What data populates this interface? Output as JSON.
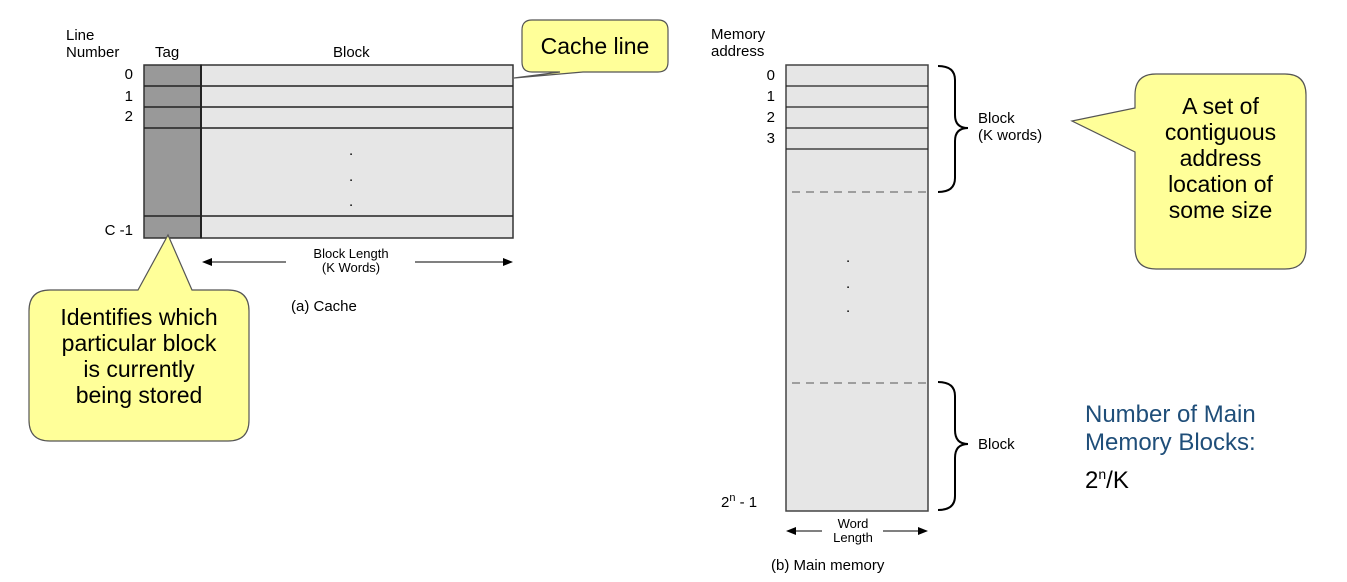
{
  "cache": {
    "header_line_number": [
      "Line",
      "Number"
    ],
    "header_tag": "Tag",
    "header_block": "Block",
    "line_labels": [
      "0",
      "1",
      "2",
      "C -1"
    ],
    "ellipsis_dots": [
      ".",
      ".",
      "."
    ],
    "block_length_label": [
      "Block Length",
      "(K Words)"
    ],
    "caption": "(a) Cache"
  },
  "main_memory": {
    "header": [
      "Memory",
      "address"
    ],
    "address_labels": [
      "0",
      "1",
      "2",
      "3"
    ],
    "last_address_base": "2",
    "last_address_sup": "n",
    "last_address_suffix": " - 1",
    "ellipsis_dots": [
      ".",
      ".",
      "."
    ],
    "brace_top_label": [
      "Block",
      "(K words)"
    ],
    "brace_bottom_label": "Block",
    "word_length_label": [
      "Word",
      "Length"
    ],
    "caption": "(b) Main memory"
  },
  "callouts": {
    "cache_line": "Cache line",
    "tag_info": [
      "Identifies which",
      "particular block",
      "is currently",
      "being stored"
    ],
    "block_info": [
      "A set of",
      "contiguous",
      "address",
      "location of",
      "some size"
    ]
  },
  "formula": {
    "title_lines": [
      "Number of Main",
      "Memory Blocks:"
    ],
    "expr_base": "2",
    "expr_sup": "n",
    "expr_suffix": "/K"
  },
  "colors": {
    "tag_fill": "#999999",
    "block_fill": "#e6e6e6",
    "callout_fill": "#ffff99",
    "callout_stroke": "#555555",
    "formula_title": "#1f4e79"
  }
}
